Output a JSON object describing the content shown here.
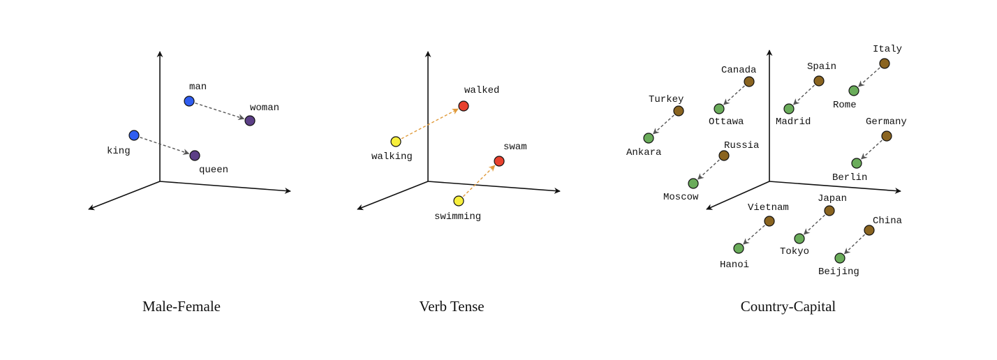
{
  "colors": {
    "axis": "#111111",
    "gray_arrow": "#555555",
    "orange_arrow": "#e09a3a",
    "blue": "#2f5df0",
    "purple": "#5c3f86",
    "yellow": "#f7ef3c",
    "red": "#e8412e",
    "brown": "#8a6420",
    "green": "#6aac5a"
  },
  "panels": [
    {
      "caption": "Male-Female",
      "points": [
        {
          "label": "man",
          "color": "blue"
        },
        {
          "label": "woman",
          "color": "purple"
        },
        {
          "label": "king",
          "color": "blue"
        },
        {
          "label": "queen",
          "color": "purple"
        }
      ],
      "arrows": [
        {
          "from": "man",
          "to": "woman",
          "style": "gray"
        },
        {
          "from": "king",
          "to": "queen",
          "style": "gray"
        }
      ]
    },
    {
      "caption": "Verb Tense",
      "points": [
        {
          "label": "walked",
          "color": "red"
        },
        {
          "label": "walking",
          "color": "yellow"
        },
        {
          "label": "swam",
          "color": "red"
        },
        {
          "label": "swimming",
          "color": "yellow"
        }
      ],
      "arrows": [
        {
          "from": "walking",
          "to": "walked",
          "style": "orange"
        },
        {
          "from": "swimming",
          "to": "swam",
          "style": "orange"
        }
      ]
    },
    {
      "caption": "Country-Capital",
      "points": [
        {
          "label": "Italy",
          "color": "brown"
        },
        {
          "label": "Rome",
          "color": "green"
        },
        {
          "label": "Spain",
          "color": "brown"
        },
        {
          "label": "Madrid",
          "color": "green"
        },
        {
          "label": "Canada",
          "color": "brown"
        },
        {
          "label": "Ottawa",
          "color": "green"
        },
        {
          "label": "Turkey",
          "color": "brown"
        },
        {
          "label": "Ankara",
          "color": "green"
        },
        {
          "label": "Russia",
          "color": "brown"
        },
        {
          "label": "Moscow",
          "color": "green"
        },
        {
          "label": "Germany",
          "color": "brown"
        },
        {
          "label": "Berlin",
          "color": "green"
        },
        {
          "label": "Vietnam",
          "color": "brown"
        },
        {
          "label": "Hanoi",
          "color": "green"
        },
        {
          "label": "Japan",
          "color": "brown"
        },
        {
          "label": "Tokyo",
          "color": "green"
        },
        {
          "label": "China",
          "color": "brown"
        },
        {
          "label": "Beijing",
          "color": "green"
        }
      ],
      "arrows": [
        {
          "from": "Italy",
          "to": "Rome",
          "style": "gray"
        },
        {
          "from": "Spain",
          "to": "Madrid",
          "style": "gray"
        },
        {
          "from": "Canada",
          "to": "Ottawa",
          "style": "gray"
        },
        {
          "from": "Turkey",
          "to": "Ankara",
          "style": "gray"
        },
        {
          "from": "Russia",
          "to": "Moscow",
          "style": "gray"
        },
        {
          "from": "Germany",
          "to": "Berlin",
          "style": "gray"
        },
        {
          "from": "Vietnam",
          "to": "Hanoi",
          "style": "gray"
        },
        {
          "from": "Japan",
          "to": "Tokyo",
          "style": "gray"
        },
        {
          "from": "China",
          "to": "Beijing",
          "style": "gray"
        }
      ]
    }
  ]
}
